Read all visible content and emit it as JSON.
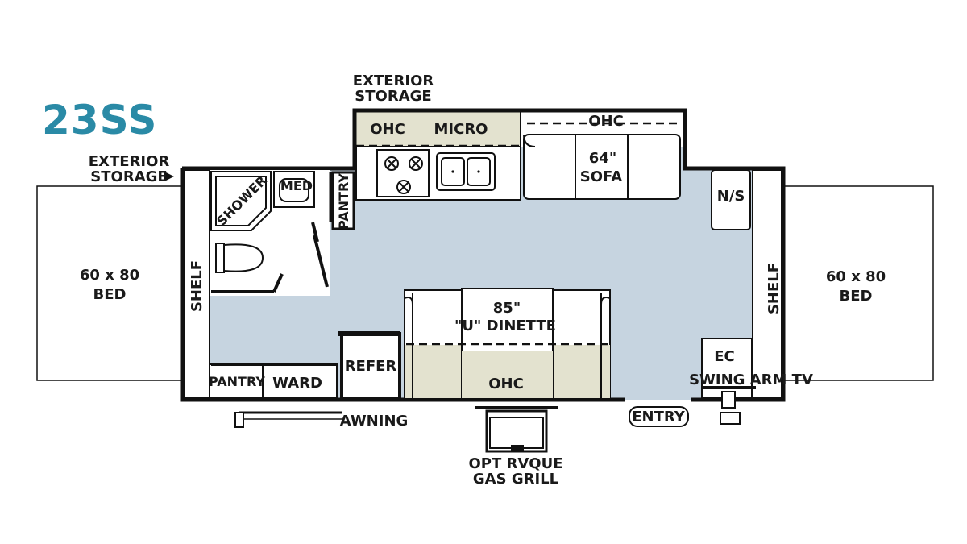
{
  "model_name": "23SS",
  "colors": {
    "model": "#2a8aa6",
    "floor": "#c6d4e0",
    "cabinet": "#e3e2cf",
    "wall": "#111111",
    "bed": "#ffffff"
  },
  "labels": {
    "exterior_storage_top_1": "EXTERIOR",
    "exterior_storage_top_2": "STORAGE",
    "exterior_storage_left_1": "EXTERIOR",
    "exterior_storage_left_2": "STORAGE",
    "left_bed_1": "60 x 80",
    "left_bed_2": "BED",
    "right_bed_1": "60 x 80",
    "right_bed_2": "BED",
    "shelf_left": "SHELF",
    "shelf_right": "SHELF",
    "ohc_top": "OHC",
    "micro": "MICRO",
    "ohc_sofa": "OHC",
    "sofa_1": "64\"",
    "sofa_2": "SOFA",
    "shower": "SHOWER",
    "med": "MED",
    "pantry_top": "PANTRY",
    "ns": "N/S",
    "dinette_1": "85\"",
    "dinette_2": "\"U\" DINETTE",
    "ohc_dinette": "OHC",
    "refer": "REFER",
    "pantry_bottom": "PANTRY",
    "ward": "WARD",
    "ec": "EC",
    "swing_arm_tv": "SWING ARM TV",
    "awning": "AWNING",
    "entry": "ENTRY",
    "grill_1": "OPT RVQUE",
    "grill_2": "GAS GRILL"
  }
}
